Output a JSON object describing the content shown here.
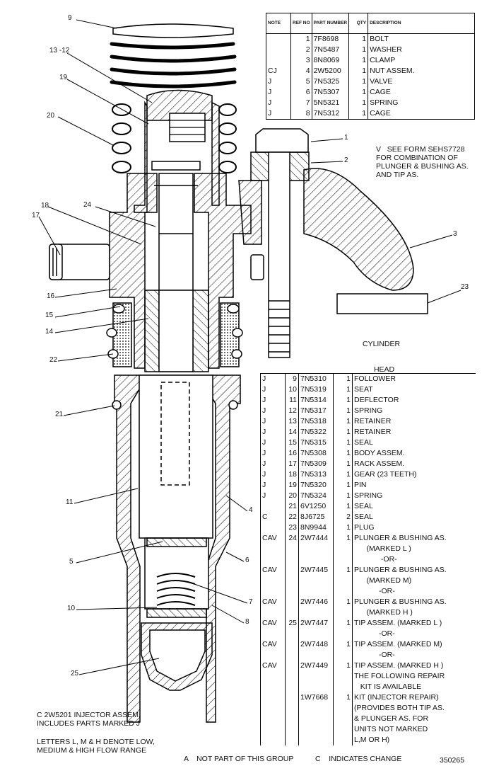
{
  "callouts": [
    "9",
    "13 -12",
    "19",
    "20",
    "18",
    "17",
    "24",
    "16",
    "15",
    "14",
    "22",
    "21",
    "11",
    "5",
    "10",
    "25",
    "1",
    "2",
    "3",
    "23",
    "4",
    "6",
    "7",
    "8"
  ],
  "cylinder_head_label": [
    "CYLINDER",
    "HEAD"
  ],
  "top_table": {
    "headers": [
      "NOTE",
      "REF NO",
      "PART NUMBER",
      "QTY",
      "DESCRIPTION"
    ],
    "rows": [
      [
        "",
        "1",
        "7F8698",
        "1",
        "BOLT"
      ],
      [
        "",
        "2",
        "7N5487",
        "1",
        "WASHER"
      ],
      [
        "",
        "3",
        "8N8069",
        "1",
        "CLAMP"
      ],
      [
        "CJ",
        "4",
        "2W5200",
        "1",
        "NUT ASSEM."
      ],
      [
        "J",
        "5",
        "7N5325",
        "1",
        "VALVE"
      ],
      [
        "J",
        "6",
        "7N5307",
        "1",
        "CAGE"
      ],
      [
        "J",
        "7",
        "5N5321",
        "1",
        "SPRING"
      ],
      [
        "J",
        "8",
        "7N5312",
        "1",
        "CAGE"
      ]
    ]
  },
  "note_v": "V   SEE FORM SEHS7728\nFOR COMBINATION OF\nPLUNGER & BUSHING AS.\nAND TIP AS.",
  "bottom_table": {
    "rows": [
      [
        "J",
        "9",
        "7N5310",
        "1",
        "FOLLOWER"
      ],
      [
        "J",
        "10",
        "7N5319",
        "1",
        "SEAT"
      ],
      [
        "J",
        "11",
        "7N5314",
        "1",
        "DEFLECTOR"
      ],
      [
        "J",
        "12",
        "7N5317",
        "1",
        "SPRING"
      ],
      [
        "J",
        "13",
        "7N5318",
        "1",
        "RETAINER"
      ],
      [
        "J",
        "14",
        "7N5322",
        "1",
        "RETAINER"
      ],
      [
        "J",
        "15",
        "7N5315",
        "1",
        "SEAL"
      ],
      [
        "J",
        "16",
        "7N5308",
        "1",
        "BODY ASSEM."
      ],
      [
        "J",
        "17",
        "7N5309",
        "1",
        "RACK ASSEM."
      ],
      [
        "J",
        "18",
        "7N5313",
        "1",
        "GEAR (23 TEETH)"
      ],
      [
        "J",
        "19",
        "7N5320",
        "1",
        "PIN"
      ],
      [
        "J",
        "20",
        "7N5324",
        "1",
        "SPRING"
      ],
      [
        "",
        "21",
        "6V1250",
        "1",
        "SEAL"
      ],
      [
        "C",
        "22",
        "8J6725",
        "2",
        "SEAL"
      ],
      [
        "",
        "23",
        "8N9944",
        "1",
        "PLUG"
      ],
      [
        "CAV",
        "24",
        "2W7444",
        "1",
        "PLUNGER & BUSHING AS."
      ],
      [
        "",
        "",
        "",
        "",
        "      (MARKED L )"
      ],
      [
        "",
        "",
        "",
        "",
        "             -OR-"
      ],
      [
        "CAV",
        "",
        "2W7445",
        "1",
        "PLUNGER & BUSHING AS."
      ],
      [
        "",
        "",
        "",
        "",
        "      (MARKED M)"
      ],
      [
        "",
        "",
        "",
        "",
        "            -OR-"
      ],
      [
        "CAV",
        "",
        "2W7446",
        "1",
        "PLUNGER & BUSHING AS."
      ],
      [
        "",
        "",
        "",
        "",
        "      (MARKED H )"
      ],
      [
        "CAV",
        "25",
        "2W7447",
        "1",
        "TIP ASSEM. (MARKED L )"
      ],
      [
        "",
        "",
        "",
        "",
        "            -OR-"
      ],
      [
        "CAV",
        "",
        "2W7448",
        "1",
        "TIP ASSEM. (MARKED M)"
      ],
      [
        "",
        "",
        "",
        "",
        "            -OR-"
      ],
      [
        "CAV",
        "",
        "2W7449",
        "1",
        "TIP ASSEM. (MARKED H )"
      ],
      [
        "",
        "",
        "",
        "",
        "THE FOLLOWING REPAIR"
      ],
      [
        "",
        "",
        "",
        "",
        "   KIT IS AVAILABLE"
      ],
      [
        "",
        "",
        "1W7668",
        "1",
        "KIT (INJECTOR REPAIR)"
      ],
      [
        "",
        "",
        "",
        "",
        "(PROVIDES BOTH TIP AS."
      ],
      [
        "",
        "",
        "",
        "",
        "& PLUNGER AS. FOR"
      ],
      [
        "",
        "",
        "",
        "",
        "UNITS NOT MARKED"
      ],
      [
        "",
        "",
        "",
        "",
        "L,M OR H)"
      ]
    ]
  },
  "footer": {
    "injector_note": "C 2W5201 INJECTOR ASSEM.\nINCLUDES PARTS MARKED J",
    "letters_note": "LETTERS L, M & H DENOTE LOW,\nMEDIUM & HIGH FLOW RANGE",
    "legend_a": "A    NOT PART OF THIS GROUP",
    "legend_c": "C    INDICATES CHANGE",
    "illustration_number": "350265"
  }
}
